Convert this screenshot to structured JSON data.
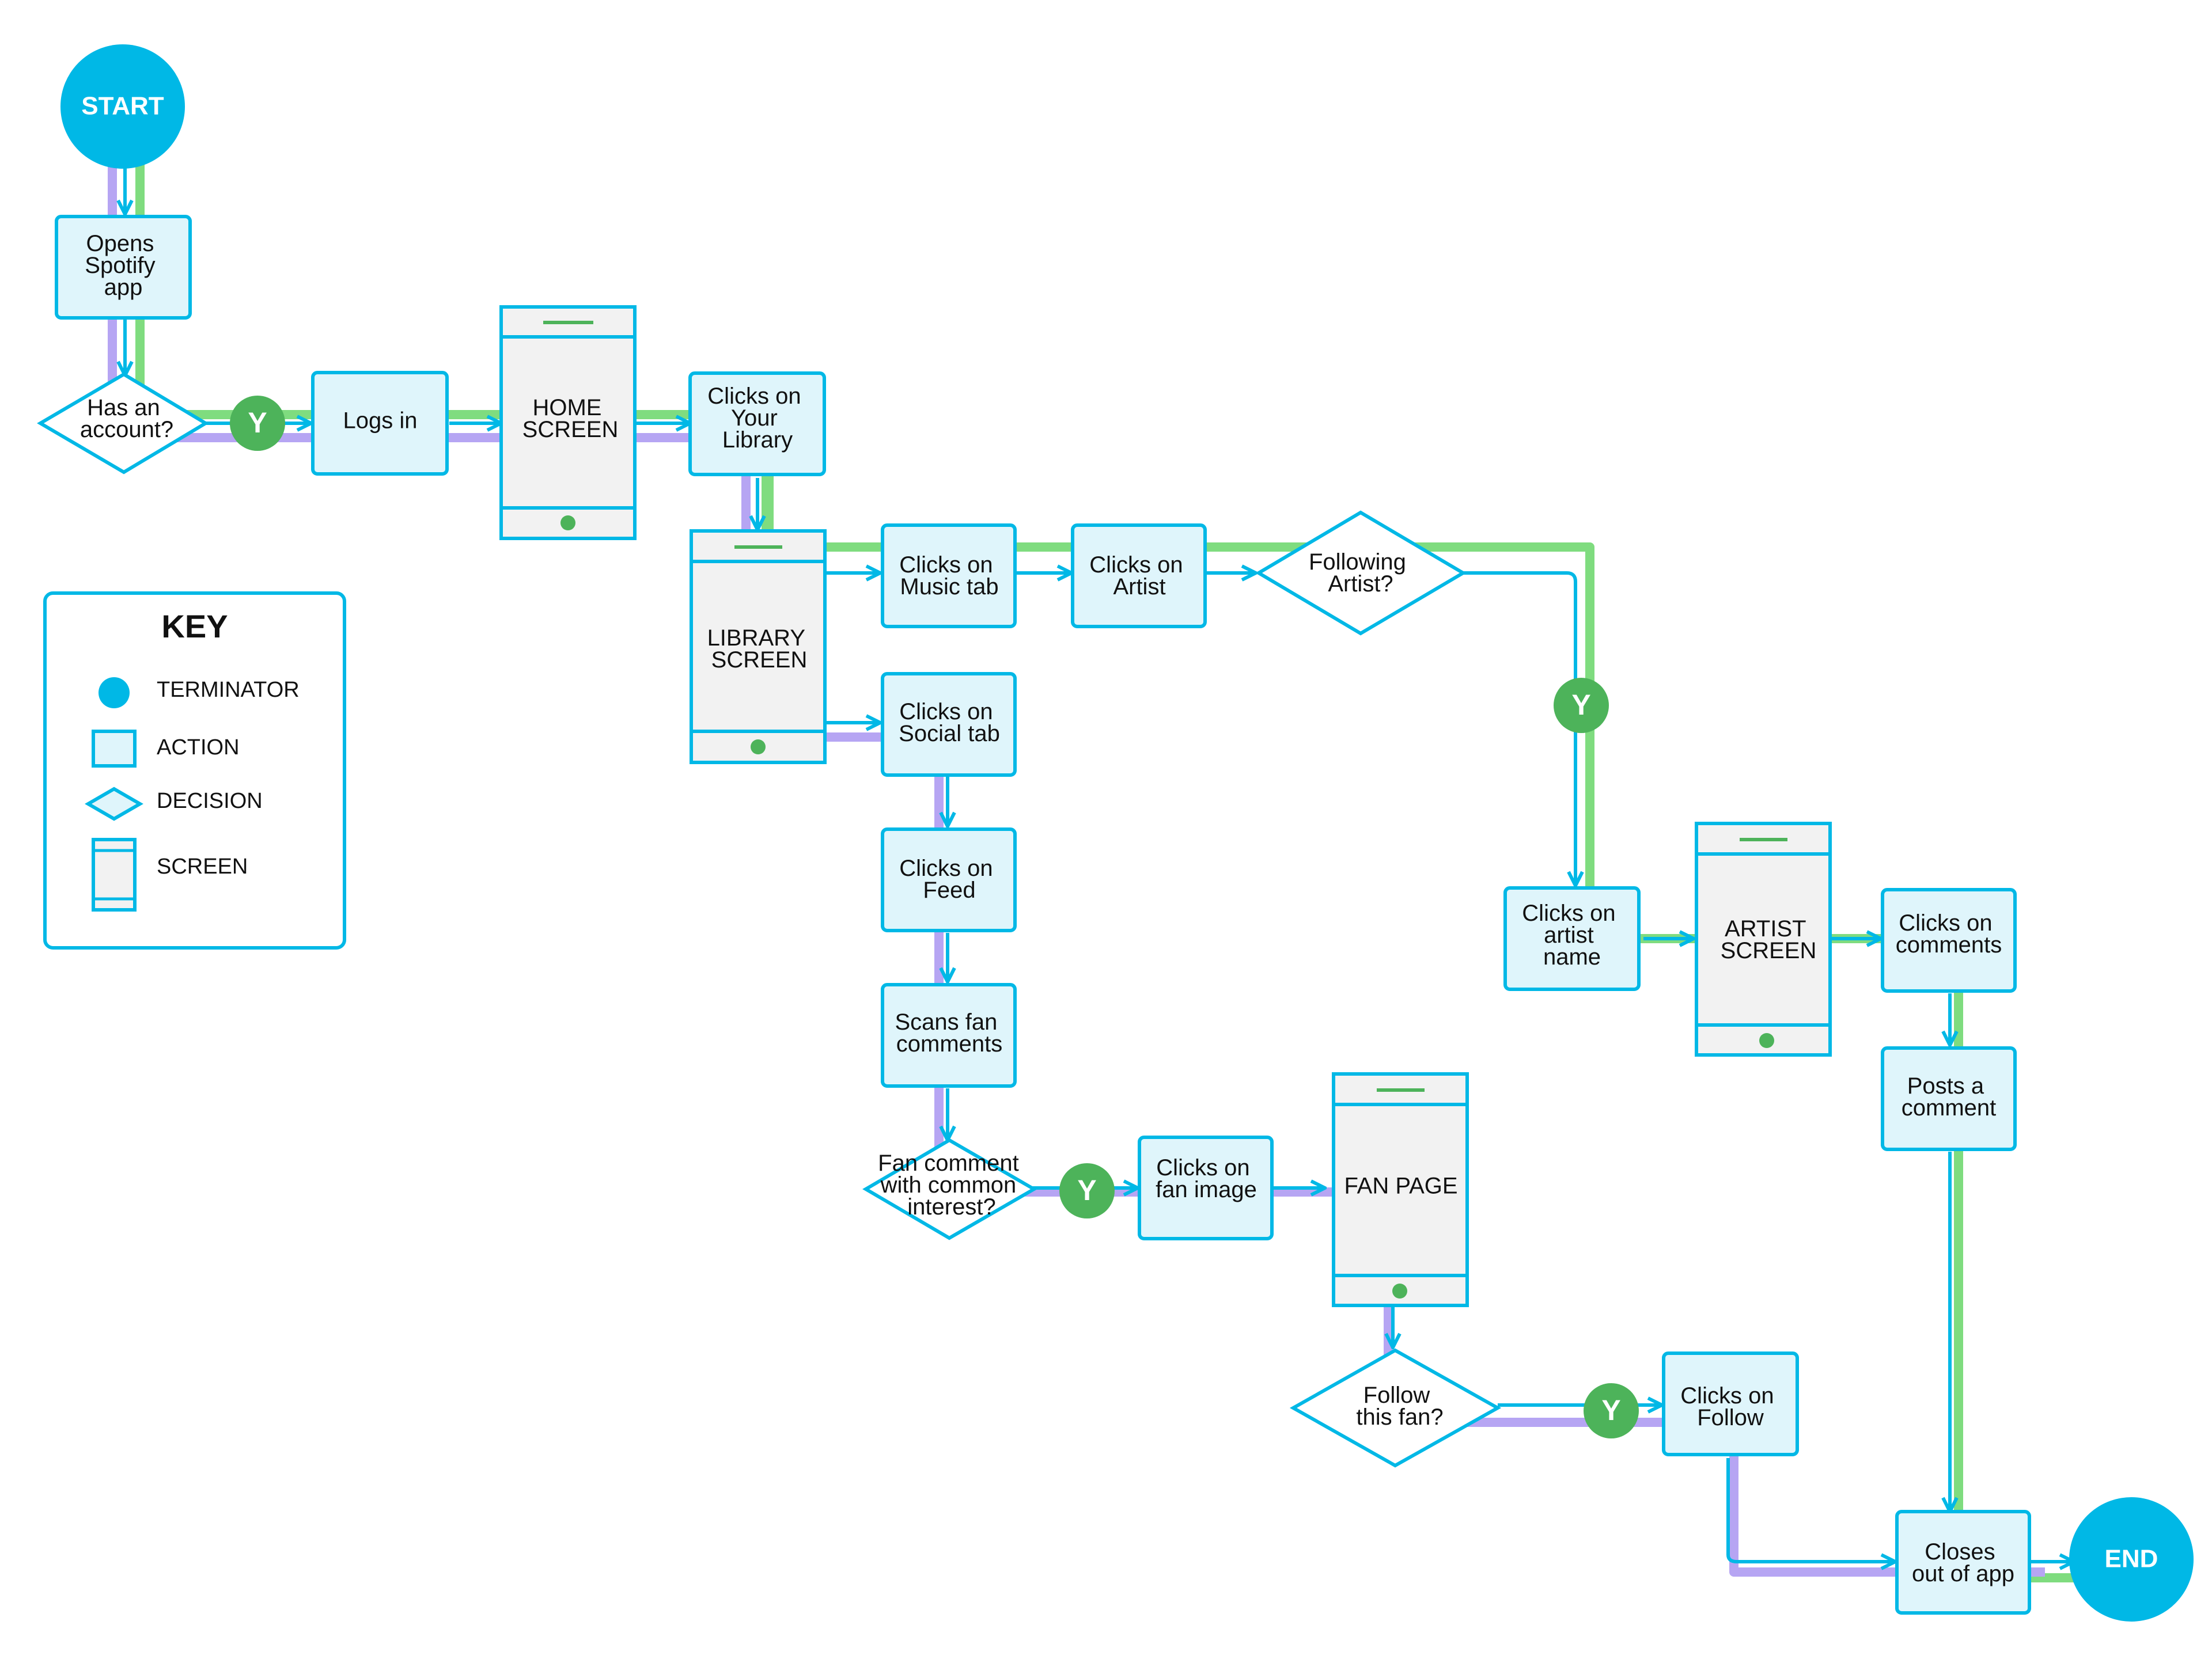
{
  "colors": {
    "cyan": "#00b8e6",
    "node_fill": "#dff5fb",
    "screen_fill": "#f2f2f2",
    "green": "#7fdc7f",
    "purple": "#b6a5f3",
    "yes_badge": "#4db35a"
  },
  "terminators": {
    "start": "START",
    "end": "END"
  },
  "yes_label": "Y",
  "actions": {
    "opens_spotify": [
      "Opens",
      "Spotify",
      "app"
    ],
    "logs_in": [
      "Logs in"
    ],
    "clicks_your_library": [
      "Clicks on",
      "Your",
      "Library"
    ],
    "clicks_music_tab": [
      "Clicks on",
      "Music tab"
    ],
    "clicks_artist": [
      "Clicks on",
      "Artist"
    ],
    "clicks_social_tab": [
      "Clicks on",
      "Social tab"
    ],
    "clicks_feed": [
      "Clicks on",
      "Feed"
    ],
    "scans_fan_comments": [
      "Scans fan",
      "comments"
    ],
    "clicks_fan_image": [
      "Clicks on",
      "fan image"
    ],
    "clicks_artist_name": [
      "Clicks on",
      "artist",
      "name"
    ],
    "clicks_comments": [
      "Clicks on",
      "comments"
    ],
    "posts_comment": [
      "Posts a",
      "comment"
    ],
    "clicks_follow": [
      "Clicks on",
      "Follow"
    ],
    "closes_app": [
      "Closes",
      "out of app"
    ]
  },
  "decisions": {
    "has_account": [
      "Has an",
      "account?"
    ],
    "following_artist": [
      "Following",
      "Artist?"
    ],
    "fan_comment": [
      "Fan comment",
      "with common",
      "interest?"
    ],
    "follow_fan": [
      "Follow",
      "this fan?"
    ]
  },
  "screens": {
    "home": [
      "HOME",
      "SCREEN"
    ],
    "library": [
      "LIBRARY",
      "SCREEN"
    ],
    "artist": [
      "ARTIST",
      "SCREEN"
    ],
    "fan_page": [
      "FAN PAGE"
    ]
  },
  "key": {
    "title": "KEY",
    "items": [
      "TERMINATOR",
      "ACTION",
      "DECISION",
      "SCREEN"
    ]
  }
}
